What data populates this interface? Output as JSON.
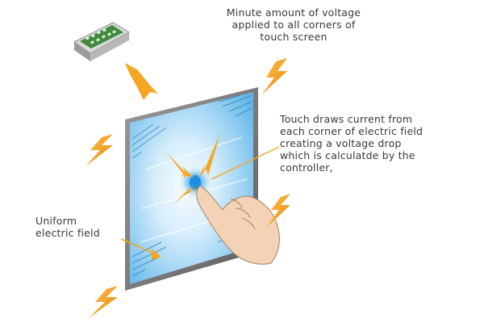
{
  "labels": {
    "voltage_note": "Minute amount of voltage\napplied to all corners of\ntouch screen",
    "touch_note": "Touch draws current from\neach corner of electric field\ncreating a voltage drop\nwhich is calculatde by the\ncontroller,",
    "field_note": "Uniform\nelectric field"
  },
  "colors": {
    "bolt": "#f5a623",
    "bolt_dark": "#e07b10",
    "frame": "#7d7d7d",
    "glass_center": "#eaf6ff",
    "glass_edge": "#6cc0ee",
    "touch_point": "#1e8fe0",
    "chip_board": "#3f8a3c",
    "hand": "#f3d2b6"
  },
  "icons": {
    "controller": "controller-chip-icon",
    "bolt": "lightning-bolt-icon",
    "hand": "pointing-hand-icon"
  }
}
